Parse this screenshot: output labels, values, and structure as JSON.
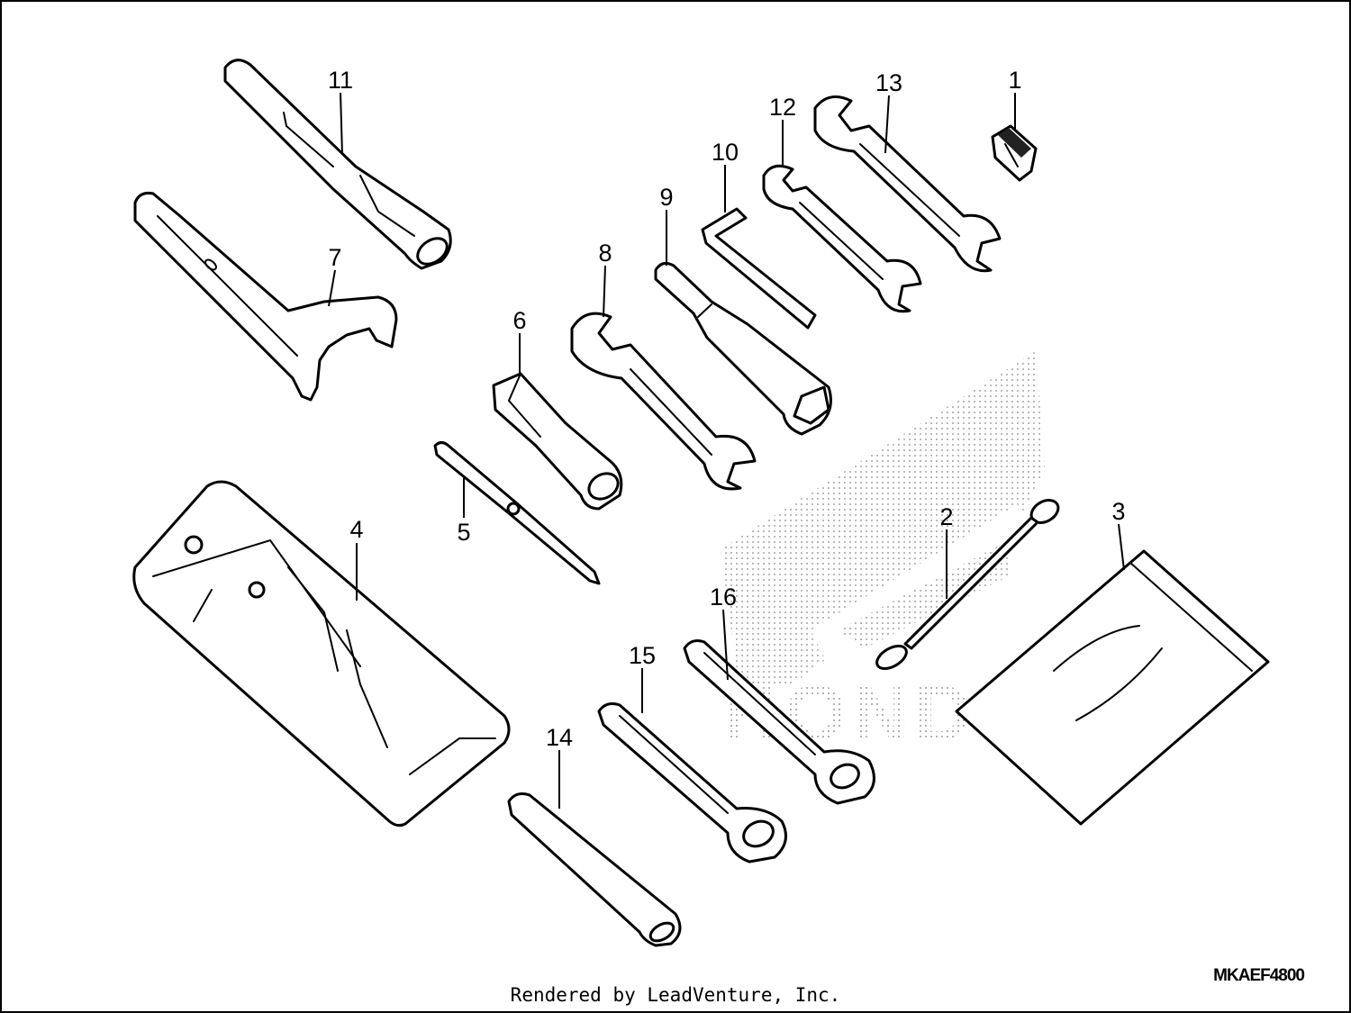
{
  "diagram": {
    "callouts": [
      "1",
      "2",
      "3",
      "4",
      "5",
      "6",
      "7",
      "8",
      "9",
      "10",
      "11",
      "12",
      "13",
      "14",
      "15",
      "16"
    ],
    "drawing_code": "MKAEF4800",
    "credit": "Rendered by LeadVenture, Inc.",
    "watermark": "HONDA"
  },
  "parts": [
    {
      "ref": "1",
      "icon": "fuse-clip-icon"
    },
    {
      "ref": "2",
      "icon": "strap-icon"
    },
    {
      "ref": "3",
      "icon": "manual-bag-icon"
    },
    {
      "ref": "4",
      "icon": "tool-bag-icon"
    },
    {
      "ref": "5",
      "icon": "screwdriver-icon"
    },
    {
      "ref": "6",
      "icon": "socket-icon"
    },
    {
      "ref": "7",
      "icon": "pin-spanner-icon"
    },
    {
      "ref": "8",
      "icon": "open-end-wrench-icon"
    },
    {
      "ref": "9",
      "icon": "spark-plug-wrench-icon"
    },
    {
      "ref": "10",
      "icon": "hex-key-icon"
    },
    {
      "ref": "11",
      "icon": "extension-bar-icon"
    },
    {
      "ref": "12",
      "icon": "open-end-wrench-icon"
    },
    {
      "ref": "13",
      "icon": "open-end-wrench-icon"
    },
    {
      "ref": "14",
      "icon": "pipe-handle-icon"
    },
    {
      "ref": "15",
      "icon": "box-wrench-icon"
    },
    {
      "ref": "16",
      "icon": "box-wrench-icon"
    }
  ]
}
